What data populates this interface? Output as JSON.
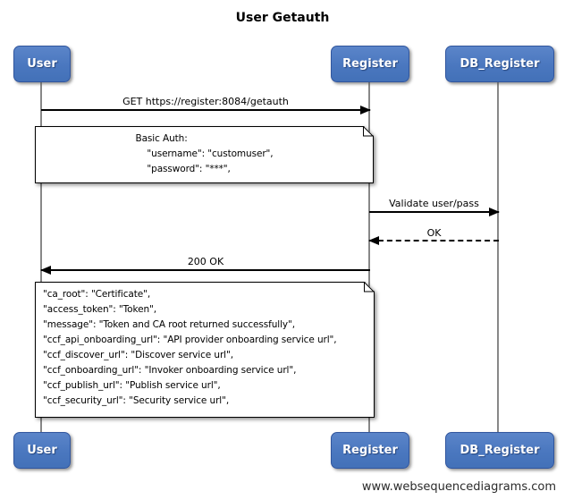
{
  "title": "User Getauth",
  "actors": [
    {
      "label": "User"
    },
    {
      "label": "Register"
    },
    {
      "label": "DB_Register"
    }
  ],
  "messages": [
    {
      "label": "GET https://register:8084/getauth",
      "from": "User",
      "to": "Register",
      "line": "solid"
    },
    {
      "label": "Validate user/pass",
      "from": "Register",
      "to": "DB_Register",
      "line": "solid"
    },
    {
      "label": "OK",
      "from": "DB_Register",
      "to": "Register",
      "line": "dashed"
    },
    {
      "label": "200 OK",
      "from": "Register",
      "to": "User",
      "line": "solid"
    }
  ],
  "notes": [
    {
      "lines": [
        "Basic Auth:",
        "    \"username\": \"customuser\",",
        "    \"password\": \"***\","
      ]
    },
    {
      "lines": [
        "\"ca_root\": \"Certificate\",",
        "\"access_token\": \"Token\",",
        "\"message\": \"Token and CA root returned successfully\",",
        "\"ccf_api_onboarding_url\": \"API provider onboarding service url\",",
        "\"ccf_discover_url\": \"Discover service url\",",
        "\"ccf_onboarding_url\": \"Invoker onboarding service url\",",
        "\"ccf_publish_url\": \"Publish service url\",",
        "\"ccf_security_url\": \"Security service url\","
      ]
    }
  ],
  "watermark": "www.websequencediagrams.com",
  "colors": {
    "actor_fill": "#4a77bf",
    "actor_border": "#31569e",
    "actor_text": "#ffffff",
    "lifeline": "#888888",
    "arrow": "#000000",
    "note_fill": "#ffffff",
    "note_border": "#000000"
  }
}
